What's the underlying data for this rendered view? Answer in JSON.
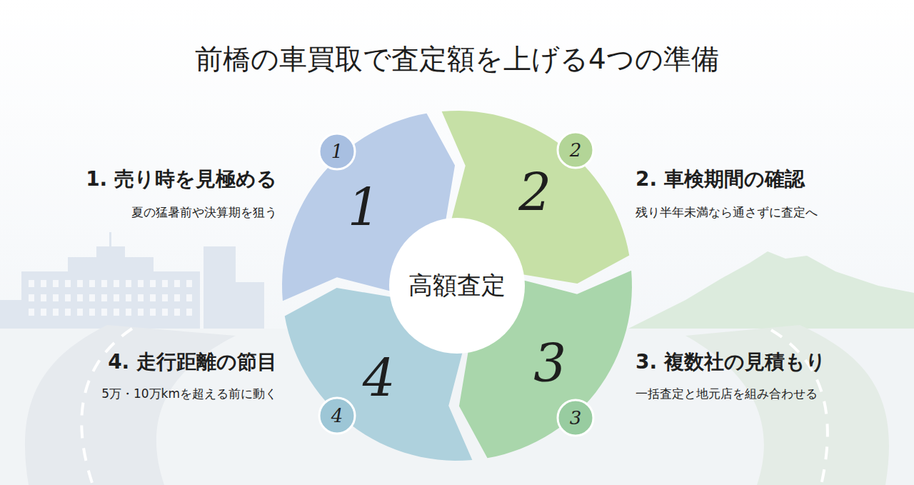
{
  "diagram": {
    "title": "前橋の車買取で査定額を上げる4つの準備",
    "nodes": [
      {
        "text": [
          "1"
        ]
      },
      {
        "text": [
          "1"
        ]
      },
      {
        "text": [
          "2"
        ]
      },
      {
        "text": [
          "2"
        ]
      },
      {
        "text": [
          "高額査定"
        ]
      },
      {
        "text": [
          "4"
        ]
      },
      {
        "text": [
          "4"
        ]
      },
      {
        "text": [
          "3"
        ]
      },
      {
        "text": [
          "3"
        ]
      }
    ],
    "labels": [
      "1. 売り時を見極める",
      "夏の猛暑前や決算期を狙う",
      "2. 車検期間の確認",
      "残り半年未満なら通さずに査定へ",
      "4. 走行距離の節目",
      "5万・10万kmを超える前に動く",
      "3. 複数社の見積もり",
      "一括査定と地元店を組み合わせる"
    ]
  }
}
